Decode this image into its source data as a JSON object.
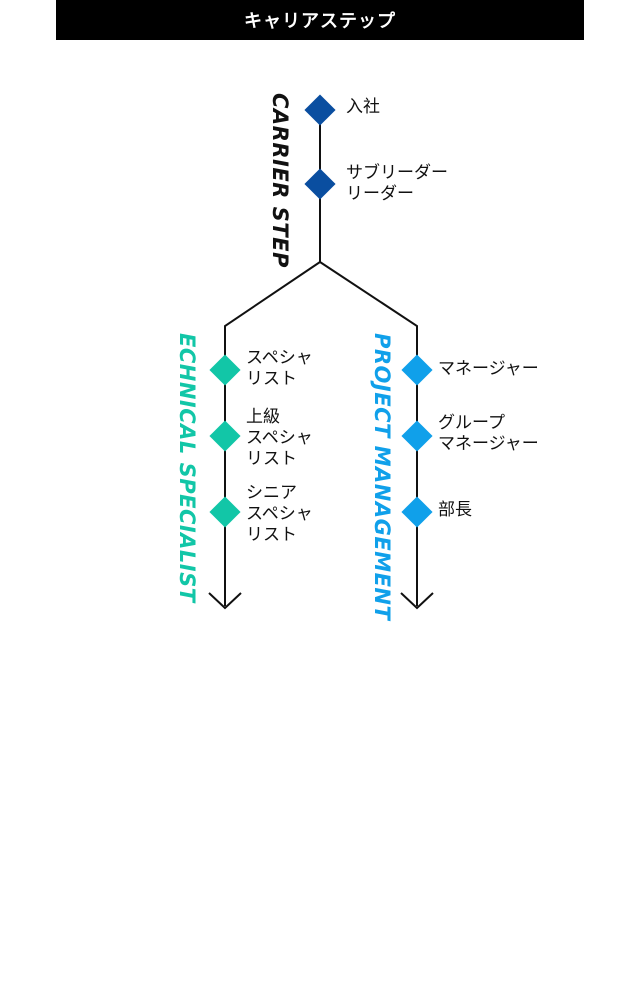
{
  "header": {
    "title": "キャリアステップ"
  },
  "titles": {
    "main": "CARRIER STEP",
    "technical": "ECHNICAL SPECIALIST",
    "project": "PROJECT MANAGEMENT"
  },
  "colors": {
    "header_bg": "#000000",
    "main_diamond": "#0a4ea0",
    "technical": "#12c6a7",
    "project": "#10a0ea",
    "line": "#111111"
  },
  "steps": {
    "main": [
      {
        "label": "入社"
      },
      {
        "label": "サブリーダー\nリーダー"
      }
    ],
    "technical": [
      {
        "label": "スペシャ\nリスト"
      },
      {
        "label": "上級\nスペシャ\nリスト"
      },
      {
        "label": "シニア\nスペシャ\nリスト"
      }
    ],
    "project": [
      {
        "label": "マネージャー"
      },
      {
        "label": "グループ\nマネージャー"
      },
      {
        "label": "部長"
      }
    ]
  }
}
